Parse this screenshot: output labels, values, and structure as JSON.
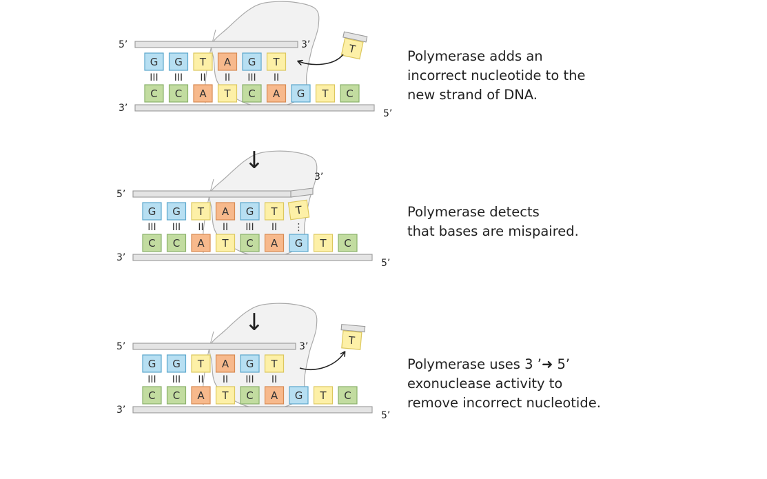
{
  "colors": {
    "A": "#f7b98c",
    "C": "#c2dca0",
    "G": "#b7dff2",
    "T": "#fdf0a7",
    "A_border": "#d78a52",
    "C_border": "#8ab06a",
    "G_border": "#5ba7cc",
    "T_border": "#dcc75e",
    "backbone_fill": "#e4e4e4",
    "backbone_border": "#999999",
    "polymerase_fill": "#f2f2f2",
    "polymerase_border": "#aaaaaa",
    "text": "#222222"
  },
  "flow_arrow": "↓",
  "steps": [
    {
      "top_bases": [
        "G",
        "G",
        "T",
        "A",
        "G",
        "T"
      ],
      "bottom_bases": [
        "C",
        "C",
        "A",
        "T",
        "C",
        "A",
        "G",
        "T",
        "C"
      ],
      "bonds": [
        "III",
        "III",
        "II",
        "II",
        "III",
        "II"
      ],
      "end_labels": {
        "top_left": "5’",
        "top_right": "3’",
        "bottom_left": "3’",
        "bottom_right": "5’"
      },
      "free_nucleotide": "T",
      "description": "Polymerase adds an\nincorrect nucleotide to the\nnew strand of DNA."
    },
    {
      "top_bases": [
        "G",
        "G",
        "T",
        "A",
        "G",
        "T",
        "T"
      ],
      "bottom_bases": [
        "C",
        "C",
        "A",
        "T",
        "C",
        "A",
        "G",
        "T",
        "C"
      ],
      "bonds": [
        "III",
        "III",
        "II",
        "II",
        "III",
        "II",
        "⋮"
      ],
      "end_labels": {
        "top_left": "5’",
        "top_right": "3’",
        "bottom_left": "3’",
        "bottom_right": "5’"
      },
      "description": "Polymerase detects\nthat bases are mispaired."
    },
    {
      "top_bases": [
        "G",
        "G",
        "T",
        "A",
        "G",
        "T"
      ],
      "bottom_bases": [
        "C",
        "C",
        "A",
        "T",
        "C",
        "A",
        "G",
        "T",
        "C"
      ],
      "bonds": [
        "III",
        "III",
        "II",
        "II",
        "III",
        "II"
      ],
      "end_labels": {
        "top_left": "5’",
        "top_right": "3’",
        "bottom_left": "3’",
        "bottom_right": "5’"
      },
      "free_nucleotide": "T",
      "description": "Polymerase uses 3 ’➜ 5’\nexonuclease activity to\nremove incorrect nucleotide."
    }
  ]
}
